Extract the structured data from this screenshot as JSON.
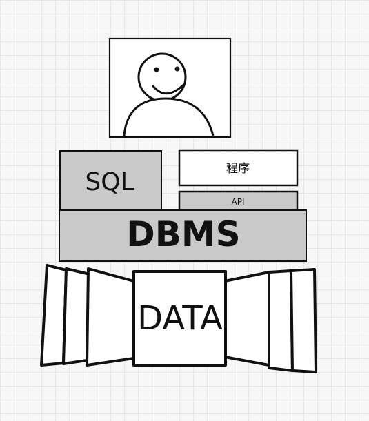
{
  "diagram": {
    "user_figure": "smiley-face-user",
    "blocks": {
      "sql": "SQL",
      "program": "程序",
      "api": "API",
      "dbms": "DBMS",
      "data": "DATA"
    }
  }
}
